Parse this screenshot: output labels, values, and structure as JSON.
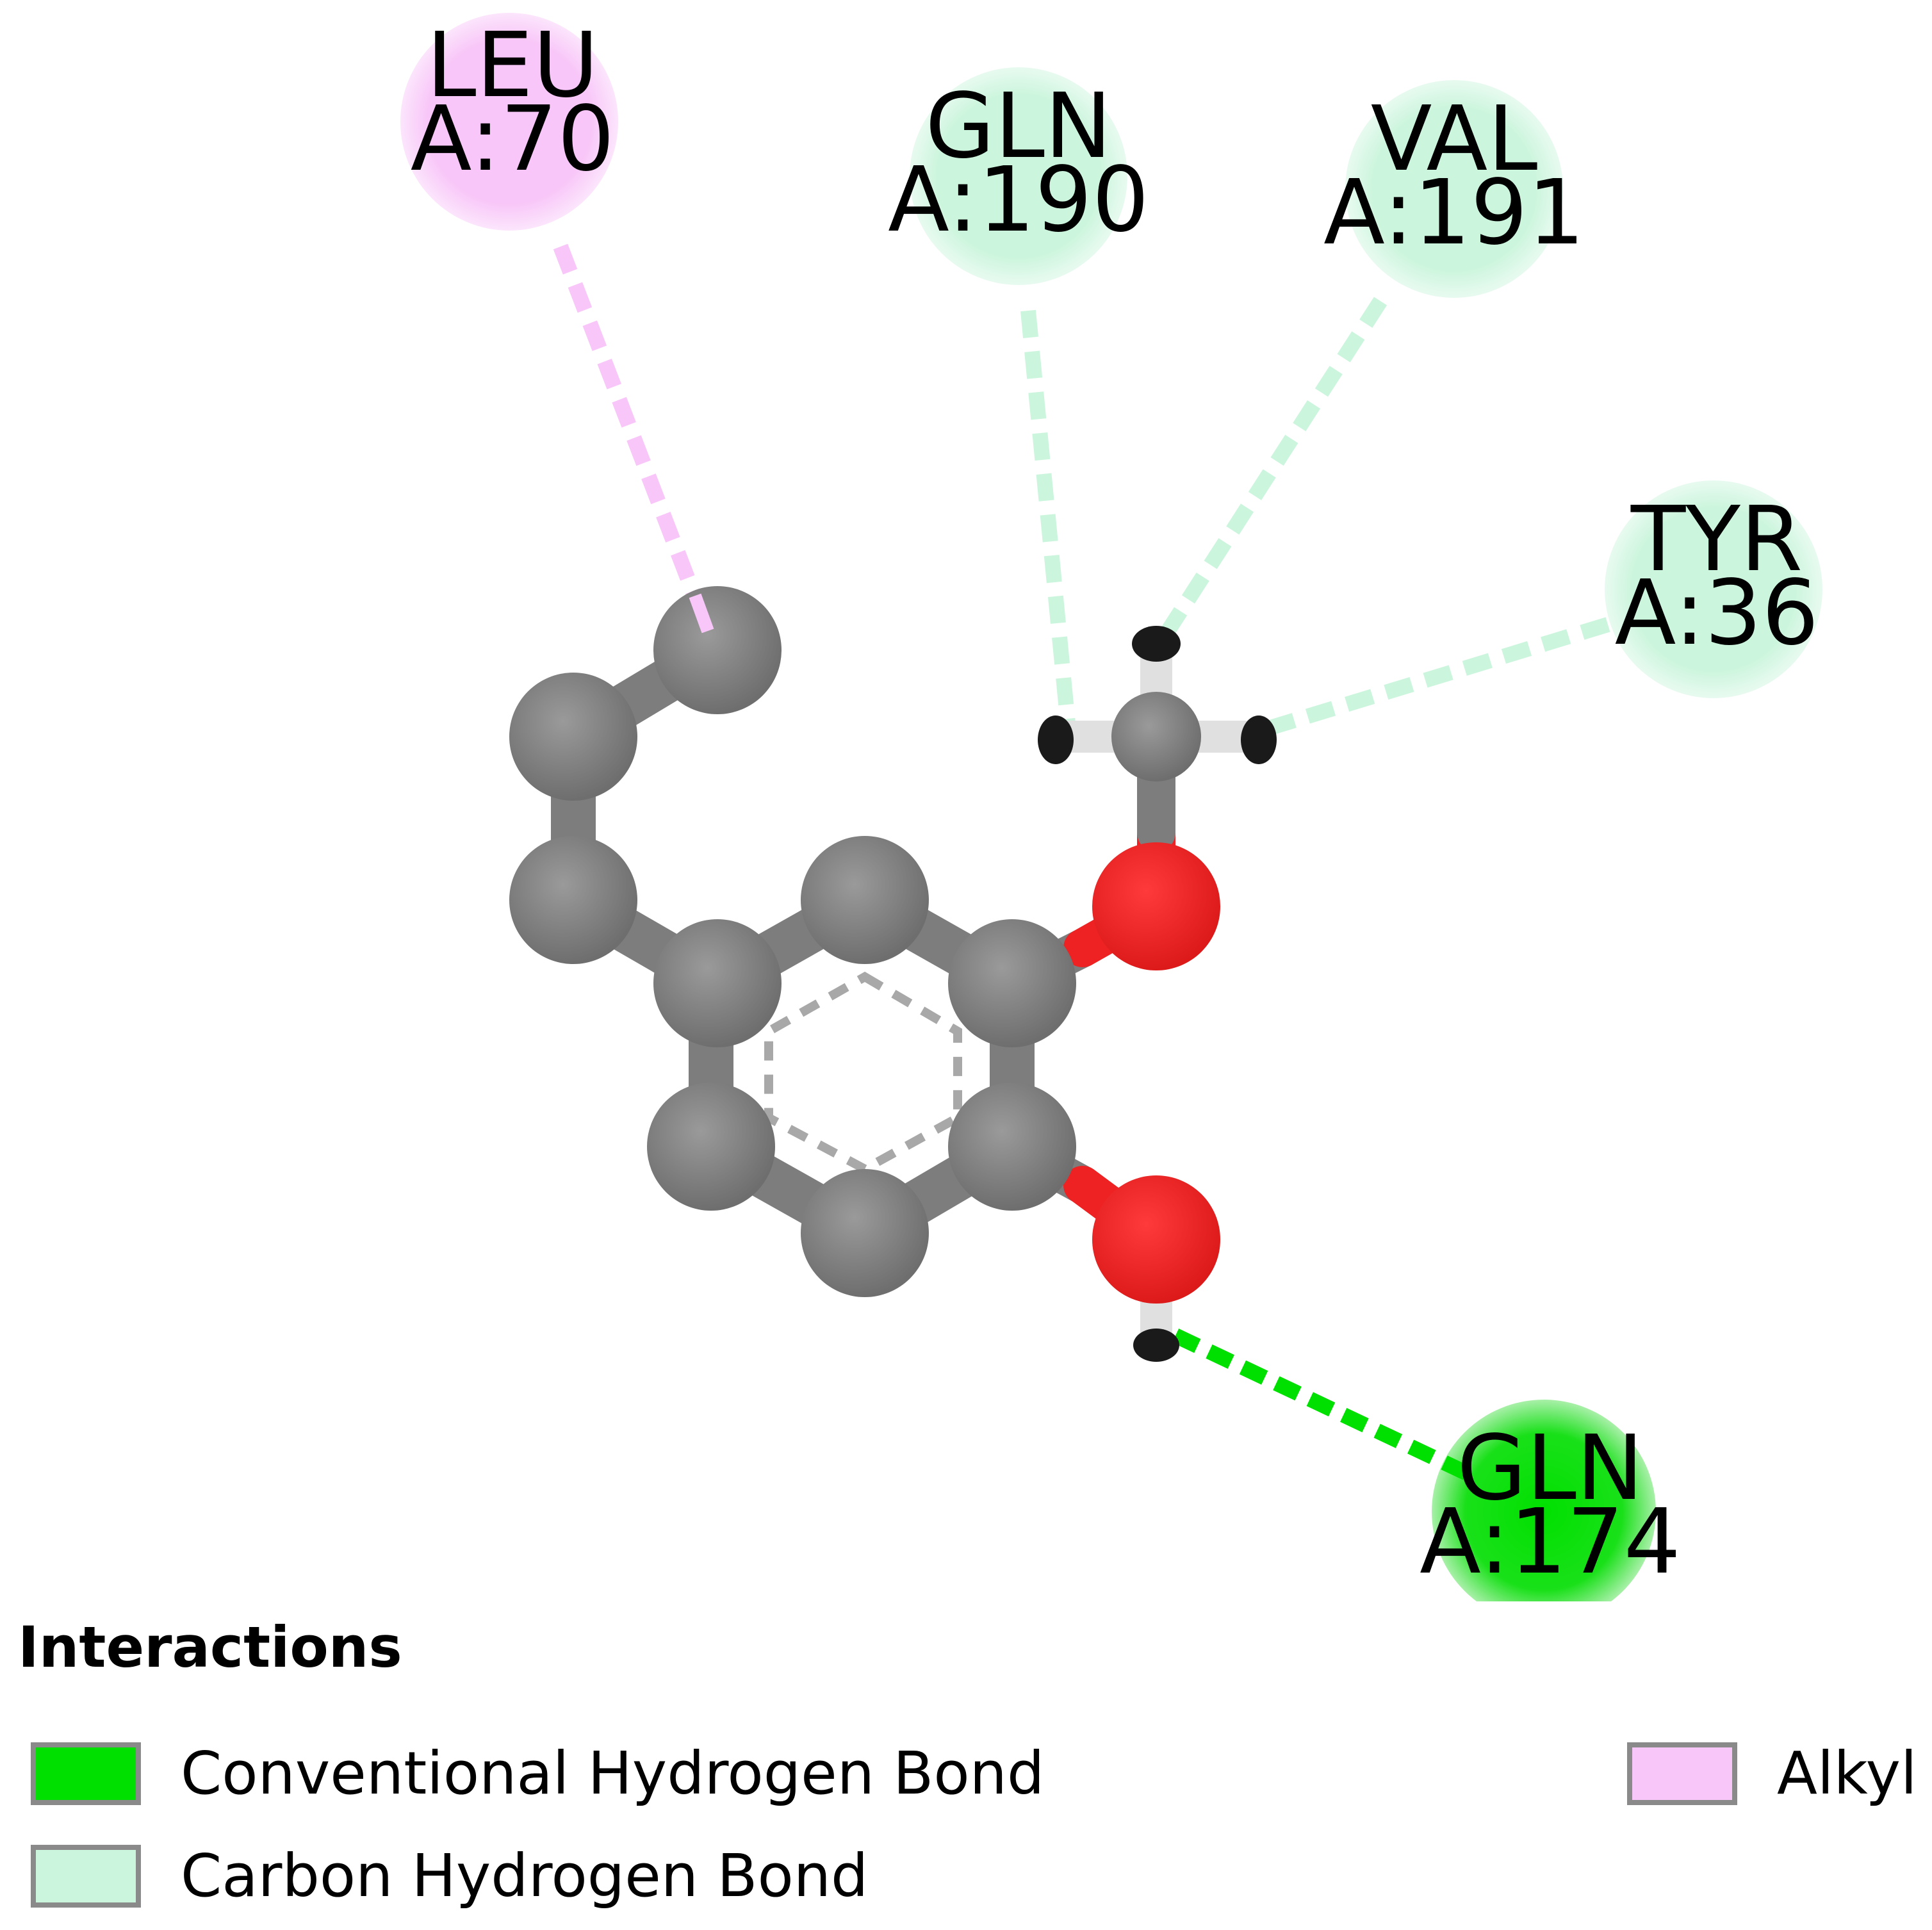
{
  "residues": [
    {
      "name": "LEU",
      "chain_pos": "A:70",
      "interaction": "alkyl"
    },
    {
      "name": "GLN",
      "chain_pos": "A:190",
      "interaction": "carbon_hydrogen_bond"
    },
    {
      "name": "VAL",
      "chain_pos": "A:191",
      "interaction": "carbon_hydrogen_bond"
    },
    {
      "name": "TYR",
      "chain_pos": "A:36",
      "interaction": "carbon_hydrogen_bond"
    },
    {
      "name": "GLN",
      "chain_pos": "A:174",
      "interaction": "conventional_hydrogen_bond"
    }
  ],
  "legend": {
    "title": "Interactions",
    "items": [
      {
        "key": "conventional_hydrogen_bond",
        "label": "Conventional Hydrogen Bond"
      },
      {
        "key": "carbon_hydrogen_bond",
        "label": "Carbon Hydrogen Bond"
      },
      {
        "key": "alkyl",
        "label": "Alkyl"
      }
    ]
  },
  "colors": {
    "conventional_hydrogen_bond": "#00e000",
    "carbon_hydrogen_bond": "#ccf5dd",
    "alkyl": "#f8c6f8",
    "carbon_atom": "#808080",
    "oxygen_atom": "#ee2222",
    "hydrogen_atom": "#e8e8e8"
  }
}
